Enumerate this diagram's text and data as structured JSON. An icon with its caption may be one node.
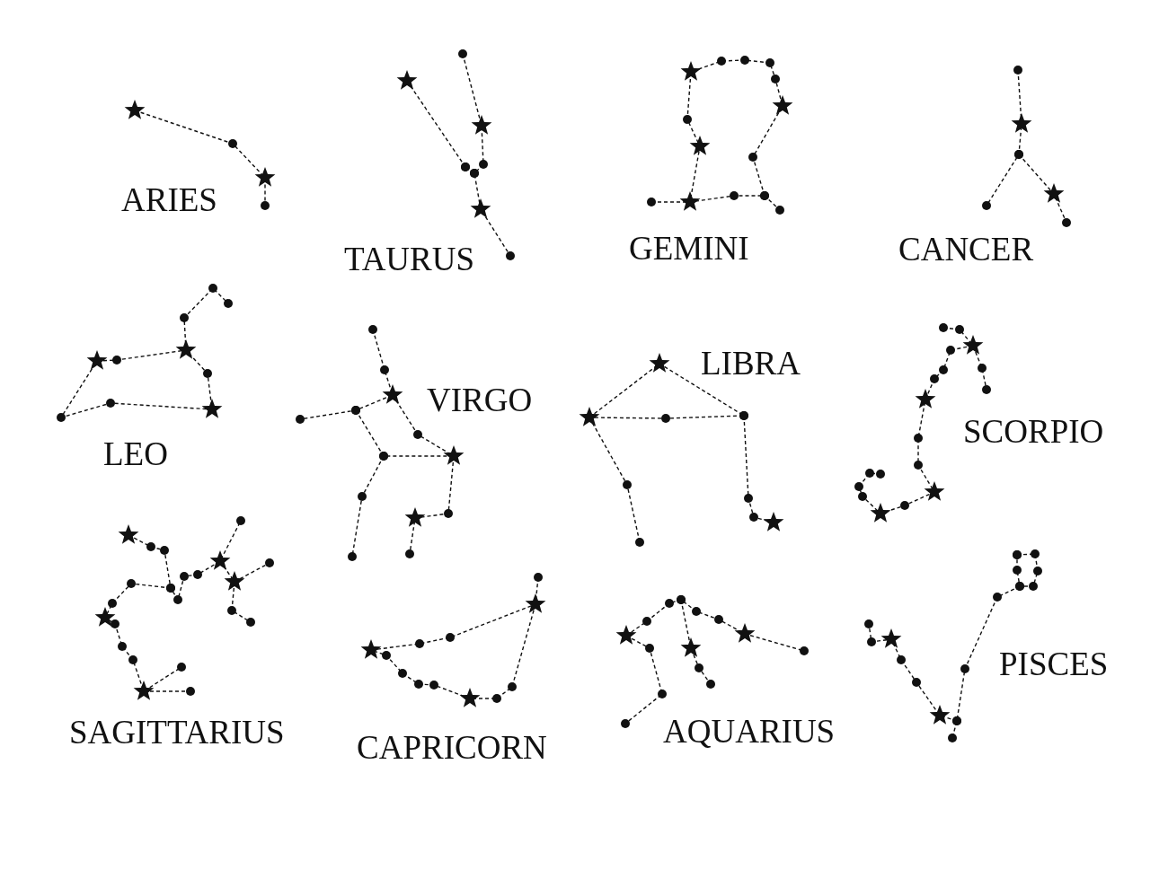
{
  "diagram": {
    "labels": [
      "ARIES",
      "TAURUS",
      "GEMINI",
      "CANCER",
      "LEO",
      "VIRGO",
      "LIBRA",
      "SCORPIO",
      "SAGITTARIUS",
      "CAPRICORN",
      "AQUARIUS",
      "PISCES"
    ]
  }
}
